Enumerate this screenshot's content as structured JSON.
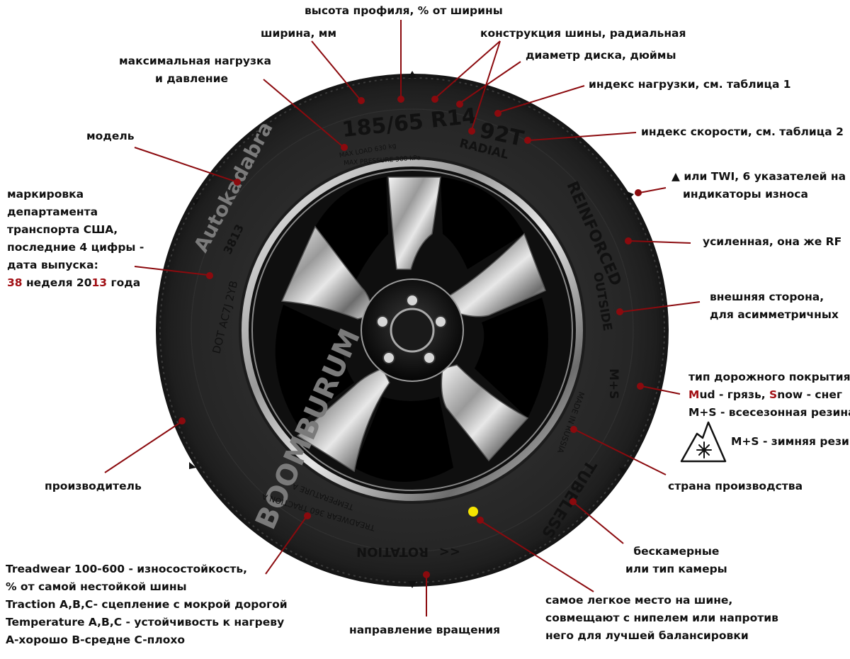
{
  "tire": {
    "size": "185/65 R14",
    "load_speed": "92T",
    "radial": "RADIAL",
    "max_load": "MAX LOAD 630 kg",
    "max_pressure": "MAX PRESSURE 300 kPa",
    "model": "Autokadabra",
    "date_code": "3813",
    "dot": "DOT AC7J 2YB",
    "brand": "BOOMBURUM",
    "reinforced": "REINFORCED",
    "outside": "OUTSIDE",
    "ms": "M+S",
    "made_in": "MADE IN RUSSIA",
    "tubeless": "TUBELESS",
    "utqg_1": "TREADWEAR 360 TRACTION A",
    "utqg_2": "TEMPERATURE A",
    "rotation": "ROTATION",
    "rotation_arrows": "<<"
  },
  "labels": {
    "profile_height": "высота профиля,  % от ширины",
    "width": "ширина, мм",
    "construction": "конструкция шины, радиальная",
    "rim_diameter": "диаметр диска, дюймы",
    "load_index": "индекс нагрузки, см. таблица 1",
    "speed_index": "индекс скорости, см. таблица 2",
    "max_load_line1": "максимальная нагрузка",
    "max_load_line2": "и давление",
    "model": "модель",
    "dot_line1": "маркировка",
    "dot_line2": "департамента",
    "dot_line3": "транспорта США,",
    "dot_line4": "последние 4 цифры -",
    "dot_line5": "дата выпуска:",
    "dot_week_num": "38",
    "dot_week_text": " неделя 20",
    "dot_year_num": "13",
    "dot_year_text": " года",
    "twi_line1": "▲ или TWI, 6 указателей на",
    "twi_line2": "индикаторы износа",
    "reinforced": "усиленная, она же RF",
    "outside_line1": "внешняя сторона,",
    "outside_line2": "для асимметричных",
    "road_line1": "тип дорожного покрытия,",
    "road_mud_m": "M",
    "road_mud_rest": "ud - грязь, ",
    "road_snow_s": "S",
    "road_snow_rest": "now - снег",
    "road_line3": "M+S - всесезонная резина",
    "road_line4": "M+S - зимняя резина",
    "manufacturer": "производитель",
    "country": "страна производства",
    "tubeless_line1": "бескамерные",
    "tubeless_line2": "или тип камеры",
    "utqg_line1": "Treadwear 100-600 - износостойкость,",
    "utqg_line2": "% от самой нестойкой шины",
    "utqg_line3": "Traction A,B,C- сцепление с мокрой дорогой",
    "utqg_line4": "Temperature A,B,C - устойчивость к нагреву",
    "utqg_line5": "A-хорошо B-средне C-плохо",
    "rotation": "направление вращения",
    "light_line1": "самое легкое место на шине,",
    "light_line2": "совмещают с нипелем или напротив",
    "light_line3": "него для лучшей балансировки"
  },
  "colors": {
    "leader": "#8b0a0e",
    "accent_text": "#a10f14",
    "tire": "#232323",
    "light_dot": "#f5e400"
  }
}
